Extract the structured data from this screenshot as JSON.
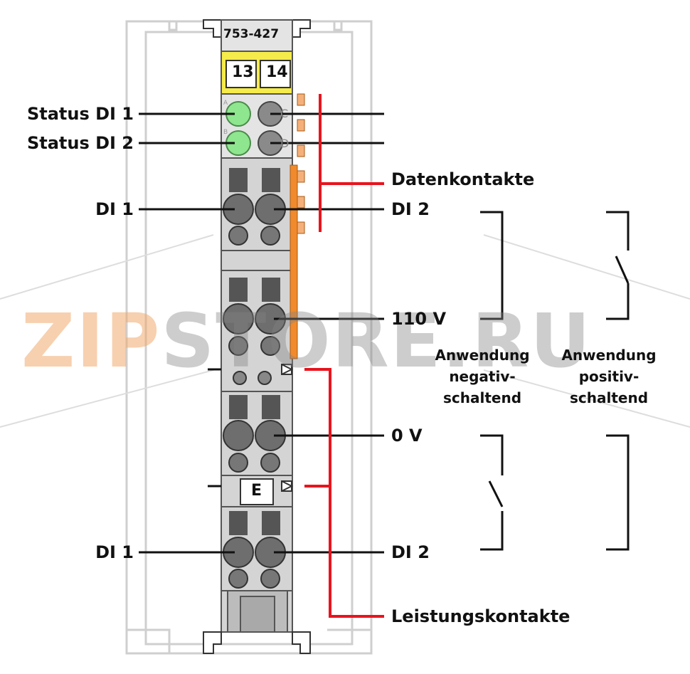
{
  "module": {
    "part_number": "753-427",
    "terminal_a": "13",
    "terminal_b": "14",
    "led_a": "A",
    "led_b": "B",
    "led_c": "C",
    "led_d": "D",
    "marker": "E"
  },
  "labels": {
    "status_di1": "Status DI 1",
    "status_di2": "Status DI 2",
    "di1_top": "DI 1",
    "di2_top": "DI 2",
    "datenkontakte": "Datenkontakte",
    "v110": "110 V",
    "v0": "0 V",
    "di1_bottom": "DI 1",
    "di2_bottom": "DI 2",
    "leistungskontakte": "Leistungskontakte",
    "anw_neg_1": "Anwendung",
    "anw_neg_2": "negativ-",
    "anw_neg_3": "schaltend",
    "anw_pos_1": "Anwendung",
    "anw_pos_2": "positiv-",
    "anw_pos_3": "schaltend"
  },
  "watermark": {
    "part1": "ZIP",
    "part2": "STORE.RU"
  },
  "colors": {
    "module_gray": "#d4d4d4",
    "terminal_yellow": "#f5eb4a",
    "led_green": "#8ee68e",
    "led_gray": "#8a8a8a",
    "contact_orange": "#f08a2c",
    "line_red": "#e8141e",
    "line_black": "#111111"
  }
}
